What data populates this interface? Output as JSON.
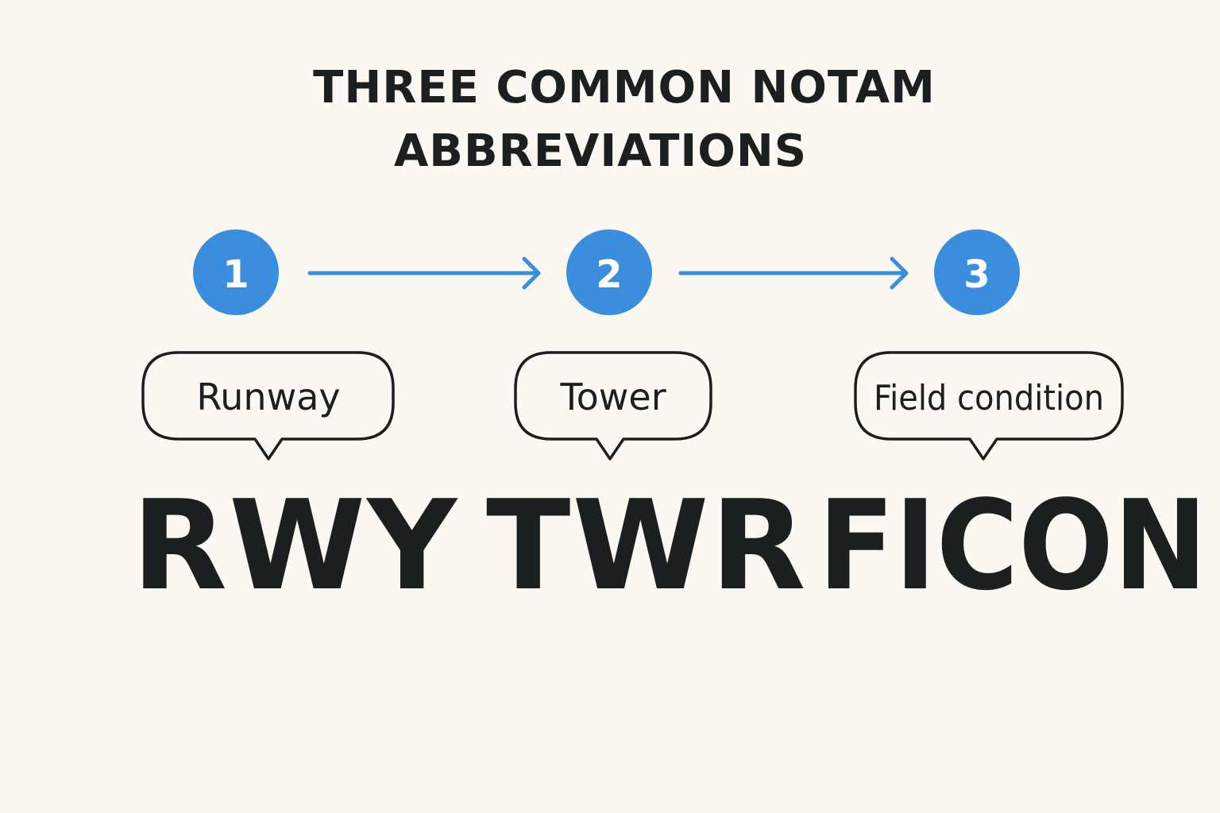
{
  "title": {
    "line1": "THREE COMMON NOTAM",
    "line2": "ABBREVIATIONS"
  },
  "steps": [
    {
      "number": "1",
      "meaning": "Runway",
      "abbreviation": "RWY"
    },
    {
      "number": "2",
      "meaning": "Tower",
      "abbreviation": "TWR"
    },
    {
      "number": "3",
      "meaning": "Field condition",
      "abbreviation": "FICON"
    }
  ],
  "colors": {
    "background": "#fbf8f2",
    "accent": "#3b8ede",
    "text": "#1c1f1f",
    "bubble_border": "#1c1f1f"
  }
}
